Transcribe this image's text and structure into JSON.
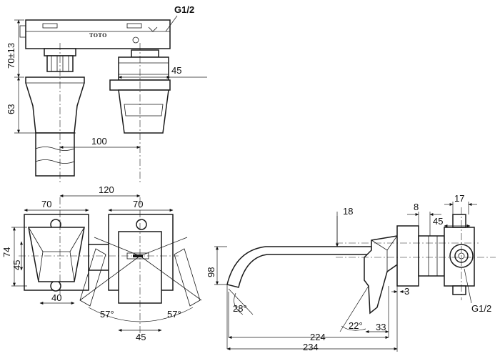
{
  "brand": "TOTO",
  "thread_top": "G1/2",
  "thread_side": "G1/2",
  "dims": {
    "d_70pm13": "70±13",
    "d_63": "63",
    "d_45_top": "45",
    "d_100": "100",
    "d_120": "120",
    "d_70_left": "70",
    "d_70_right": "70",
    "d_74": "74",
    "d_45_left": "45",
    "d_40": "40",
    "d_57_left": "57°",
    "d_57_right": "57°",
    "d_45_bottom": "45",
    "d_18": "18",
    "d_8": "8",
    "d_17": "17",
    "d_45_side": "45",
    "d_98": "98",
    "d_3": "3",
    "d_28": "28°",
    "d_22": "22°",
    "d_33": "33",
    "d_224": "224",
    "d_234": "234"
  }
}
